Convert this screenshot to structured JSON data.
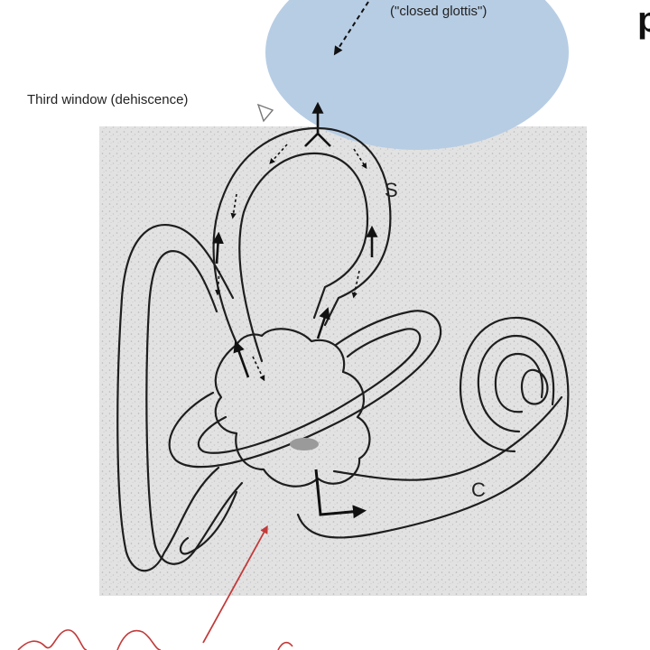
{
  "labels": {
    "third_window": "Third window (dehiscence)",
    "glottis": "(\"closed glottis\")",
    "superior_canal": "S",
    "cochlea": "C",
    "edge_glyph": "p"
  },
  "colors": {
    "pressure_blob": "#b7cde4",
    "bone_texture": "#dcdcdc",
    "outline": "#1e1e1e",
    "sound_wave": "#c23a3a",
    "oval_window_marker": "#9a9a9a"
  }
}
